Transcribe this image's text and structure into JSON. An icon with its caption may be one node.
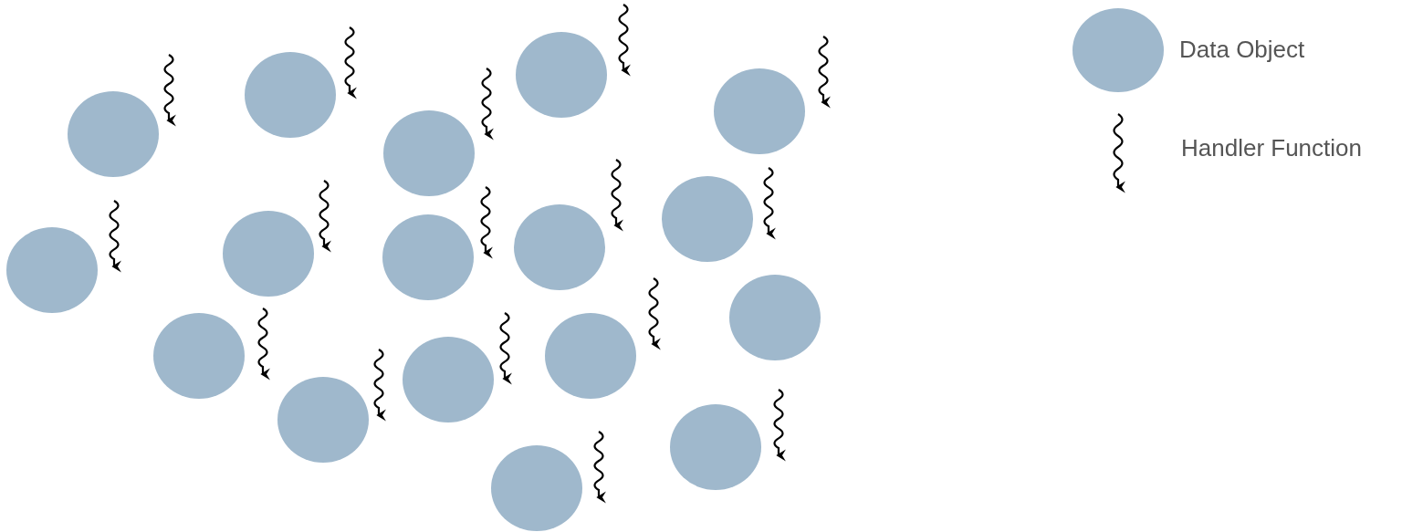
{
  "diagram": {
    "nodes": [
      {
        "text": [],
        "shape": "circle"
      },
      {
        "text": [],
        "shape": "circle"
      },
      {
        "text": [],
        "shape": "circle"
      },
      {
        "text": [],
        "shape": "circle"
      },
      {
        "text": [],
        "shape": "circle"
      },
      {
        "text": [],
        "shape": "circle"
      },
      {
        "text": [],
        "shape": "circle"
      },
      {
        "text": [],
        "shape": "circle"
      },
      {
        "text": [],
        "shape": "circle"
      },
      {
        "text": [],
        "shape": "circle"
      },
      {
        "text": [],
        "shape": "circle"
      },
      {
        "text": [],
        "shape": "circle"
      },
      {
        "text": [],
        "shape": "circle"
      },
      {
        "text": [],
        "shape": "circle"
      },
      {
        "text": [],
        "shape": "circle"
      },
      {
        "text": [],
        "shape": "circle"
      },
      {
        "text": [],
        "shape": "circle"
      }
    ],
    "legend": [
      {
        "text": "Data Object"
      },
      {
        "text": "Handler Function"
      }
    ]
  }
}
